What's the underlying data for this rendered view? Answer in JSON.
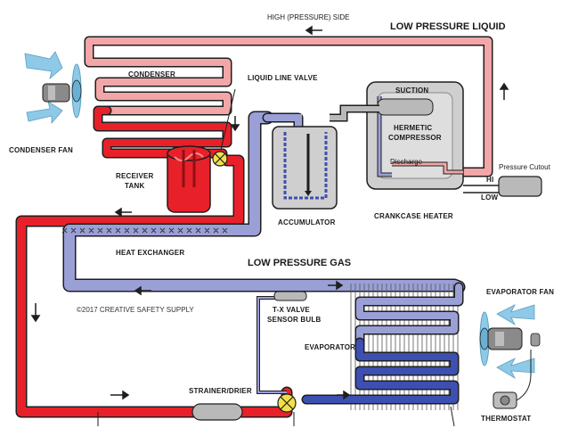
{
  "labels": {
    "high_pressure_side": "HIGH (PRESSURE) SIDE",
    "low_pressure_liquid": "LOW PRESSURE LIQUID",
    "condenser": "CONDENSER",
    "liquid_line_valve": "LIQUID LINE VALVE",
    "suction": "SUCTION",
    "hermetic_compressor_1": "HERMETIC",
    "hermetic_compressor_2": "COMPRESSOR",
    "discharge": "Discharge",
    "pressure_cutout": "Pressure Cutout",
    "hi": "HI",
    "low": "LOW",
    "condenser_fan": "CONDENSER FAN",
    "receiver_tank_1": "RECEIVER",
    "receiver_tank_2": "TANK",
    "accumulator": "ACCUMULATOR",
    "crankcase_heater": "CRANKCASE HEATER",
    "heat_exchanger": "HEAT EXCHANGER",
    "low_pressure_gas": "LOW PRESSURE GAS",
    "copyright": "©2017 CREATIVE SAFETY SUPPLY",
    "tx_valve_1": "T-X VALVE",
    "tx_valve_2": "SENSOR BULB",
    "evaporator": "EVAPORATOR",
    "evaporator_fan": "EVAPORATOR FAN",
    "strainer_drier": "STRAINER/DRIER",
    "thermostat": "THERMOSTAT"
  },
  "colors": {
    "high_pressure_liquid": "#e8202a",
    "high_pressure_gas": "#f2a6a8",
    "low_pressure_gas": "#9a9fd6",
    "low_pressure_liquid": "#3d4fb0",
    "metal": "#b9b9b9",
    "airflow": "#8ec9e8"
  }
}
